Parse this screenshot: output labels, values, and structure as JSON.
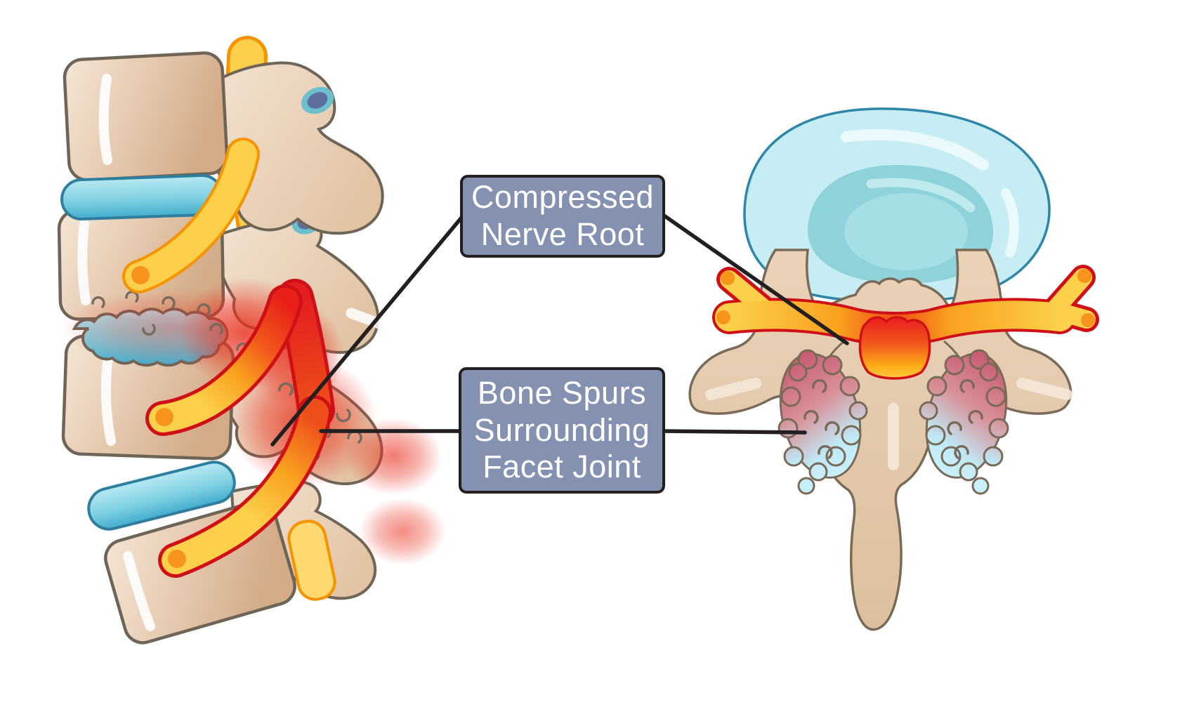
{
  "labels": {
    "compressed_nerve_root": {
      "line1": "Compressed",
      "line2": "Nerve Root"
    },
    "bone_spurs": {
      "line1": "Bone Spurs",
      "line2": "Surrounding",
      "line3": "Facet Joint"
    }
  },
  "palette": {
    "label_bg": "#8591b1",
    "label_border": "#231f20",
    "label_text": "#ffffff",
    "leader": "#231f20",
    "bone_light": "#f4e6d6",
    "bone_mid": "#e7cdb4",
    "bone_dark": "#d3ab87",
    "bone_outline": "#6f6557",
    "process_light": "#f2e3d2",
    "process_dark": "#e2c4a4",
    "disc_light": "#b7e8f2",
    "disc_mid": "#7fd0e2",
    "disc_dark": "#43accb",
    "disc_outline": "#2f7e9e",
    "nerve_yellow": "#fcd04a",
    "nerve_orange": "#f59300",
    "nerve_red": "#cf1016",
    "nerve_tip": "#f7941d",
    "inflamed_red": "#e8301f",
    "canal_red": "#ea1f1f",
    "canal_orange": "#fcae17",
    "facet_teal": "#6cc0cd",
    "facet_inner": "#5e6f9e",
    "axial_disc": "#c6ecf4",
    "axial_disc_stroke": "#2e86a8",
    "axial_nucleus": "#8fd3da",
    "axial_nucleus_core": "#a5dfe5",
    "axial_bone_outline": "#7a6a58",
    "spur_rose": "#c75a70",
    "spur_blue": "#bfe9f6",
    "curl": "#7a6a5a",
    "highlight": "#ffffff"
  }
}
